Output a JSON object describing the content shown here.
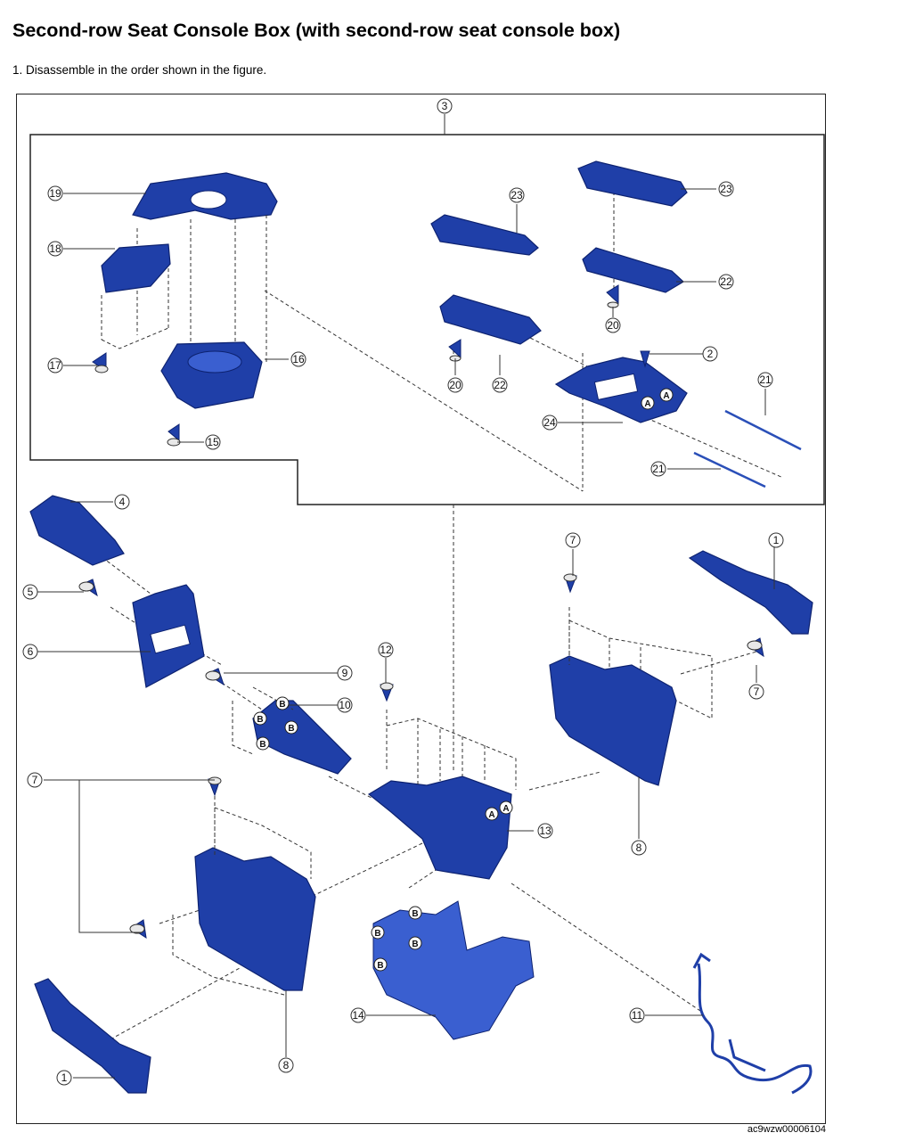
{
  "page": {
    "title": "Second-row Seat Console Box (with second-row seat console box)",
    "step_number": "1.",
    "step_text": "Disassemble in the order shown in the figure.",
    "figure_code": "ac9wzw00006104"
  },
  "callouts": {
    "n1": "1",
    "n2": "2",
    "n3": "3",
    "n4": "4",
    "n5": "5",
    "n6": "6",
    "n7": "7",
    "n8": "8",
    "n9": "9",
    "n10": "10",
    "n11": "11",
    "n12": "12",
    "n13": "13",
    "n14": "14",
    "n15": "15",
    "n16": "16",
    "n17": "17",
    "n18": "18",
    "n19": "19",
    "n20": "20",
    "n21": "21",
    "n22": "22",
    "n23": "23",
    "n24": "24"
  },
  "refs": {
    "a": "A",
    "b": "B"
  },
  "colors": {
    "part": "#1f3fa8",
    "part_edge": "#0d2270",
    "frame": "#222222"
  }
}
